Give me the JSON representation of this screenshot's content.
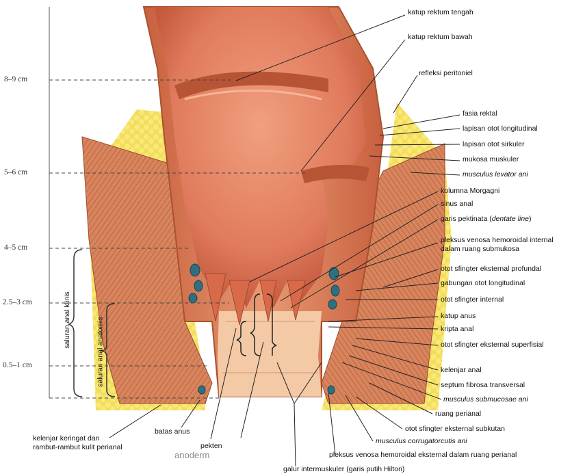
{
  "scale": {
    "s1": "8–9 cm",
    "s2": "5–6 cm",
    "s3": "4–5 cm",
    "s4": "2.5–3 cm",
    "s5": "0.5–1 cm"
  },
  "brackets": {
    "clinical": "saluran anal klinis",
    "anatomical": "saluran anal anatomis"
  },
  "labels": {
    "katup_tengah": "katup rektum tengah",
    "katup_bawah": "katup rektum bawah",
    "refleksi": "refleksi peritoniel",
    "fasia": "fasia rektal",
    "lap_longitudinal": "lapisan otot longitudinal",
    "lap_sirkuler": "lapisan otot sirkuler",
    "mukosa": "mukosa muskuler",
    "levator": "musculus levator ani",
    "kolumna": "kolumna Morgagni",
    "sinus": "sinus anal",
    "garis_pre": "garis pektinata (",
    "garis_it": "dentate line",
    "garis_post": ")",
    "pleksus_int_1": "pleksus venosa hemoroidal internal",
    "pleksus_int_2": "dalam ruang submukosa",
    "sfingter_profundal": "otot sfingter eksternal profundal",
    "gabungan": "gabungan otot longitudinal",
    "sfingter_internal": "otot sfingter internal",
    "katup_anus": "katup anus",
    "kripta": "kripta anal",
    "sfingter_superfisial": "otot sfingter eksternal superfisial",
    "kelenjar_anal": "kelenjar anal",
    "septum": "septum fibrosa transversal",
    "submucosae": "musculus submucosae ani",
    "ruang": "ruang perianal",
    "subkutan": "otot sfingter eksternal subkutan",
    "corrugator": "musculus corrugatorcutis ani",
    "pleksus_ext": "pleksus venosa hemoroidal eksternal dalam ruang perianal",
    "galur": "galur intermuskuler (garis putih Hilton)",
    "kelenjar_keringat_1": "kelenjar keringat dan",
    "kelenjar_keringat_2": "rambut-rambut kulit perianal",
    "batas": "batas anus",
    "pekten": "pekten",
    "anoderm": "anoderm"
  }
}
